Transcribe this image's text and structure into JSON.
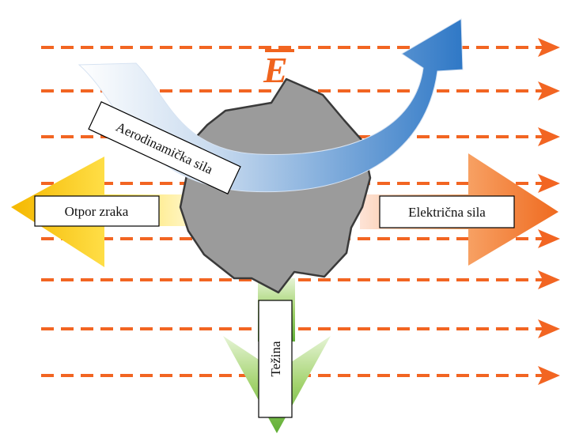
{
  "diagram": {
    "field_symbol": "E",
    "labels": {
      "aerodynamic": "Aerodinamička sila",
      "drag": "Otpor zraka",
      "electric": "Električna sila",
      "weight": "Težina"
    },
    "colors": {
      "field_lines": "#f26522",
      "particle": "#9b9b9b",
      "particle_outline": "#3a3a3a",
      "aerodynamic_arrow": "#3a7dc8",
      "drag_arrow": "#f7c300",
      "electric_arrow": "#f27f2a",
      "weight_arrow": "#7cc04a"
    }
  }
}
